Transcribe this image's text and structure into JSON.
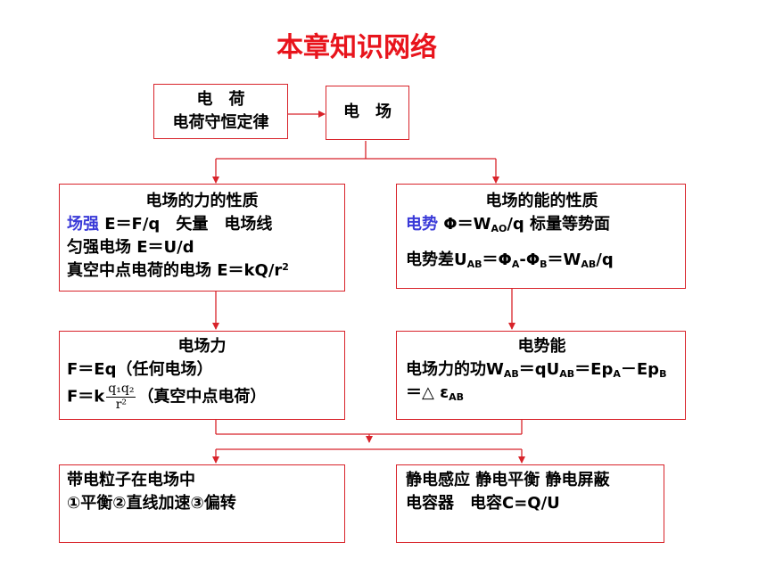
{
  "title": "本章知识网络",
  "charge_box": {
    "line1": "电　荷",
    "line2": "电荷守恒定律"
  },
  "field_box": {
    "label": "电　场"
  },
  "force_props": {
    "heading": "电场的力的性质",
    "strength_term": "场强",
    "strength_text": " E＝F/q　矢量　电场线",
    "uniform": "匀强电场 E＝U/d",
    "point_charge": "真空中点电荷的电场 E＝kQ/r",
    "point_charge_exp": "2"
  },
  "energy_props": {
    "heading": "电场的能的性质",
    "potential_term": "电势",
    "potential_a": " Φ＝W",
    "potential_sub": "AO",
    "potential_b": "/q 标量等势面",
    "diff_a": "电势差U",
    "diff_sub1": "AB",
    "diff_b": "＝Φ",
    "diff_sub2": "A",
    "diff_c": "-Φ",
    "diff_sub3": "B",
    "diff_d": "＝W",
    "diff_sub4": "AB",
    "diff_e": "/q"
  },
  "force_box": {
    "heading": "电场力",
    "line1": "F＝Eq（任何电场）",
    "line2_a": "F＝k",
    "frac_num": "q₁q₂",
    "frac_den": "r²",
    "line2_b": "（真空中点电荷）"
  },
  "energy_box": {
    "heading": "电势能",
    "l1_a": "电场力的功W",
    "l1_s1": "AB",
    "l1_b": "＝qU",
    "l1_s2": "AB",
    "l1_c": "＝Ep",
    "l1_s3": "A",
    "l1_d": "－Ep",
    "l1_s4": "B",
    "l2_a": "＝△ ε",
    "l2_s1": "AB"
  },
  "particle_box": {
    "line1": "带电粒子在电场中",
    "line2": "①平衡②直线加速③偏转"
  },
  "electrostatic_box": {
    "line1": "静电感应 静电平衡 静电屏蔽",
    "line2": "电容器　电容C=Q/U"
  },
  "colors": {
    "accent": "#e8141c",
    "border": "#d8232a",
    "term": "#3a3ad8"
  }
}
